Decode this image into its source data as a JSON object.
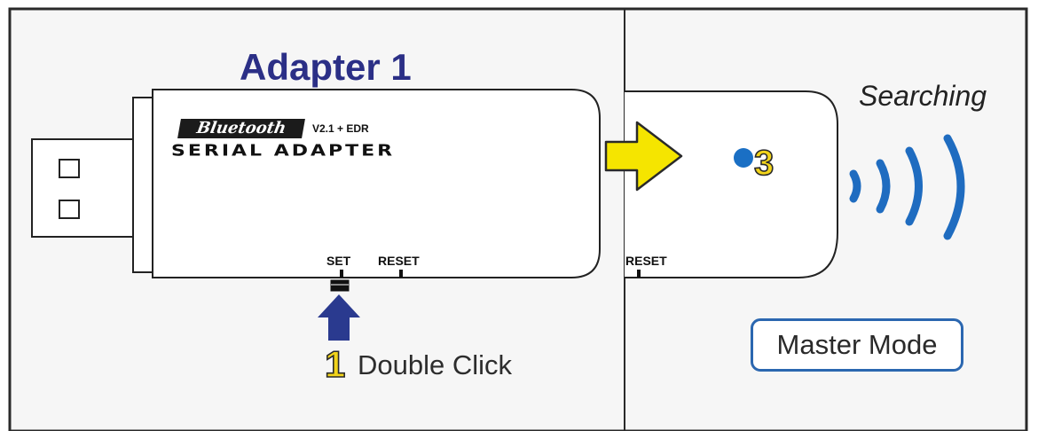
{
  "title": "Adapter 1",
  "status": "Searching",
  "device": {
    "logo": "Bluetooth",
    "version": "V2.1 + EDR",
    "product": "SERIAL ADAPTER",
    "set_label": "SET",
    "reset_label": "RESET",
    "reset_label_right": "RESET"
  },
  "steps": {
    "step1_number": "1",
    "step1_text": "Double Click",
    "step3_number": "3"
  },
  "mode_label": "Master Mode",
  "colors": {
    "frame": "#2a2a2a",
    "panel": "#f6f6f6",
    "title": "#2b2f86",
    "accent_blue": "#2b67b0",
    "led_blue": "#1a6fc4",
    "arrow_yellow": "#f5e500",
    "arrow_navy": "#2a3a8f"
  },
  "icons": [
    "usb-connector-icon",
    "yellow-arrow-icon",
    "blue-arrow-up-icon",
    "led-icon",
    "signal-waves-icon"
  ]
}
